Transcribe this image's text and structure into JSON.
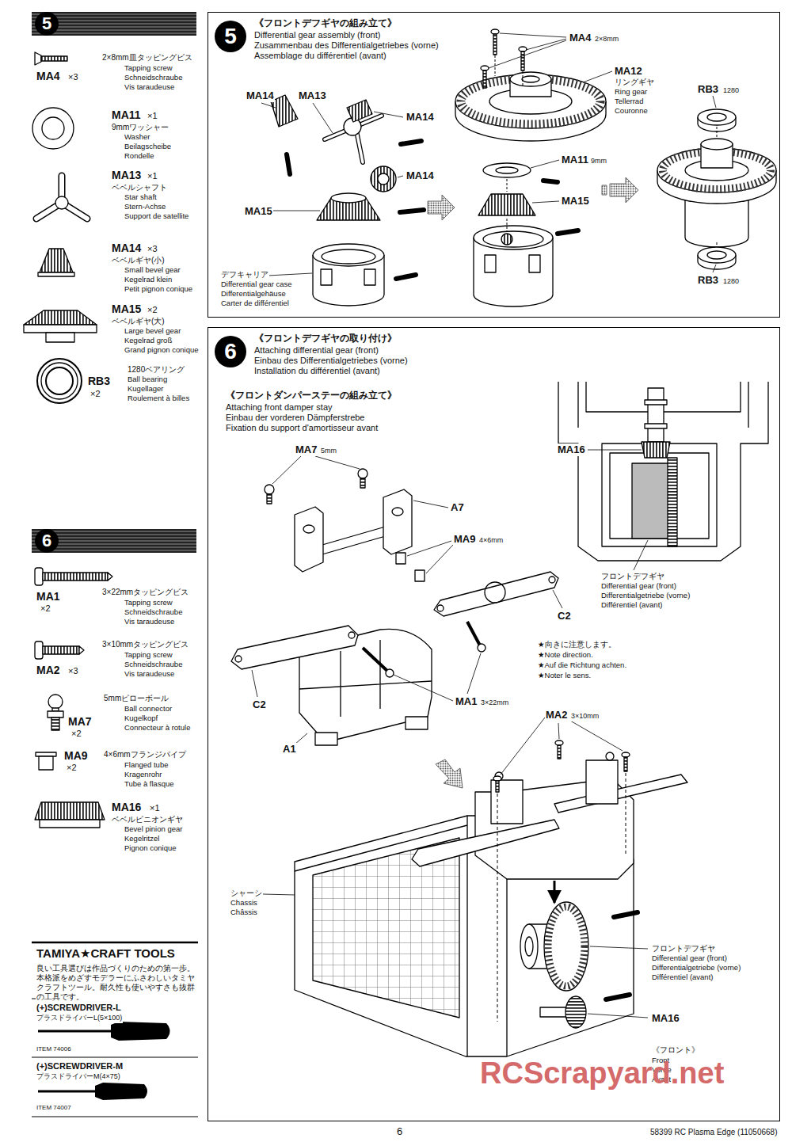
{
  "diagram": {
    "nodes": [
      {
        "text": [
          "5"
        ]
      },
      {
        "text": [
          "6"
        ]
      },
      {
        "text": [
          "《フロントデフギヤの組み立て》",
          "Differential gear assembly (front)",
          "Zusammenbau des Differentialgetriebes (vorne)",
          "Assemblage du différentiel (avant)"
        ]
      },
      {
        "text": [
          "5"
        ],
        "in": 2
      },
      {
        "text": [
          "《フロントデフギヤの取り付け》",
          "Attaching differential gear (front)",
          "Einbau des Differentialgetriebes (vorne)",
          "Installation du différentiel (avant)",
          "《フロントダンパーステーの組み立て》",
          "Attaching front damper stay",
          "Einbau der vorderen Dämpferstrebe",
          "Fixation du support d'amortisseur avant"
        ]
      },
      {
        "text": [
          "6"
        ],
        "in": 4
      }
    ],
    "labels": [
      "MA4",
      "×3",
      "2×8mm皿タッピングビス",
      "Tapping screw",
      "Schneidschraube",
      "Vis taraudeuse",
      "MA11",
      "×1",
      "9mmワッシャー",
      "Washer",
      "Beilagscheibe",
      "Rondelle",
      "MA13",
      "×1",
      "ベベルシャフト",
      "Star shaft",
      "Stern-Achse",
      "Support de satellite",
      "MA14",
      "×3",
      "ベベルギヤ(小)",
      "Small bevel gear",
      "Kegelrad klein",
      "Petit pignon conique",
      "MA15",
      "×2",
      "ベベルギヤ(大)",
      "Large bevel gear",
      "Kegelrad groß",
      "Grand pignon conique",
      "RB3",
      "×2",
      "1280ベアリング",
      "Ball bearing",
      "Kugellager",
      "Roulement à billes",
      "MA1",
      "×2",
      "3×22mmタッピングビス",
      "Tapping screw",
      "Schneidschraube",
      "Vis taraudeuse",
      "MA2",
      "×3",
      "3×10mmタッピングビス",
      "Tapping screw",
      "Schneidschraube",
      "Vis taraudeuse",
      "MA7",
      "×2",
      "5mmピローボール",
      "Ball connector",
      "Kugelkopf",
      "Connecteur à rotule",
      "MA9",
      "×2",
      "4×6mmフランジパイプ",
      "Flanged tube",
      "Kragenrohr",
      "Tube à flasque",
      "MA16",
      "×1",
      "ベベルピニオンギヤ",
      "Bevel pinion gear",
      "Kegelritzel",
      "Pignon conique",
      "TAMIYA★CRAFT TOOLS",
      "良い工具選びは作品づくりのための第一歩。本格派をめざすモデラーにふさわしいタミヤクラフトツール。耐久性も使いやすさも抜群の工具です。",
      "(+)SCREWDRIVER-L",
      "プラスドライバーL(5×100)",
      "ITEM 74006",
      "(+)SCREWDRIVER-M",
      "プラスドライバーM(4×75)",
      "ITEM 74007",
      "MA14",
      "MA13",
      "MA14",
      "MA14",
      "MA15",
      "デフキャリア",
      "Differential gear case",
      "Differentialgehäuse",
      "Carter de différentiel",
      "MA4",
      "2×8mm",
      "MA12",
      "リングギヤ",
      "Ring gear",
      "Tellerrad",
      "Couronne",
      "MA11",
      "9mm",
      "MA15",
      "RB3",
      "1280",
      "RB3",
      "1280",
      "MA7",
      "5mm",
      "A7",
      "MA9",
      "4×6mm",
      "C2",
      "★向きに注意します。",
      "★Note direction.",
      "★Auf die Richtung achten.",
      "★Noter le sens.",
      "C2",
      "MA1",
      "3×22mm",
      "A1",
      "MA16",
      "フロントデフギヤ",
      "Differential gear (front)",
      "Differentialgetriebe (vorne)",
      "Différentiel (avant)",
      "MA2",
      "3×10mm",
      "シャーシ",
      "Chassis",
      "Châssis",
      "フロントデフギヤ",
      "Differential gear (front)",
      "Differentialgetriebe (vorne)",
      "Différentiel (avant)",
      "MA16",
      "《フロント》",
      "Front",
      "Vorne",
      "Avant",
      "6",
      "58399 RC Plasma Edge (11050668)",
      "RCScrapyard.net"
    ]
  }
}
